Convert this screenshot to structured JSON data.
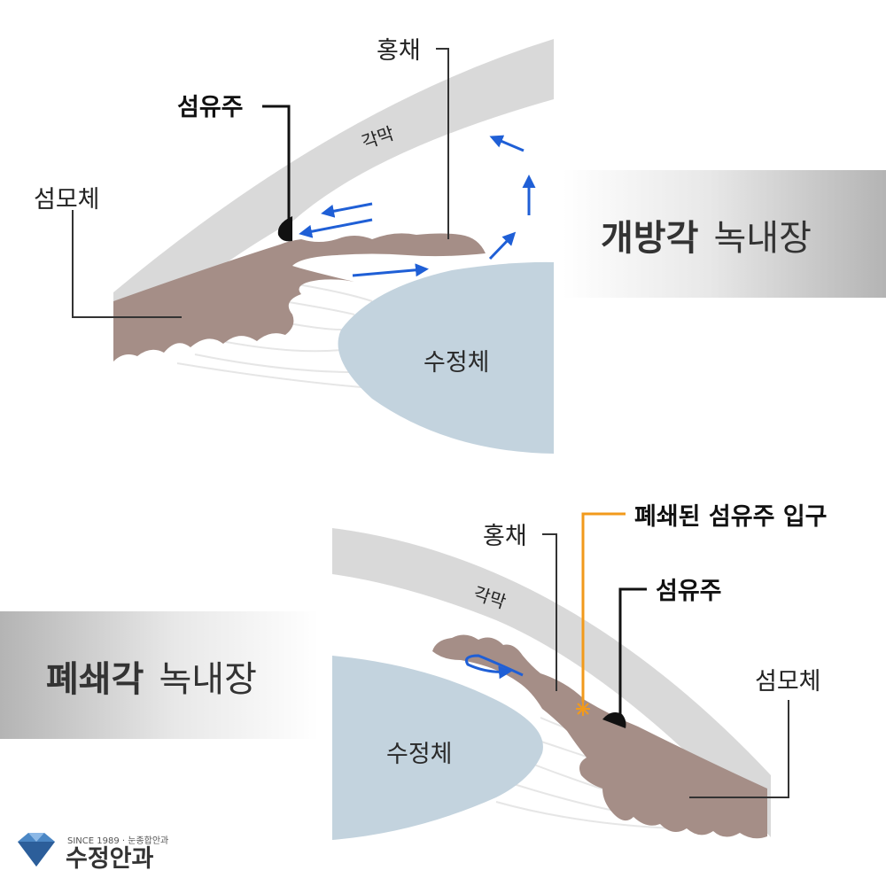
{
  "top": {
    "caption_bold": "개방각",
    "caption_normal": "녹내장",
    "label_iris": "홍채",
    "label_trabecular": "섬유주",
    "label_cornea": "각막",
    "label_ciliary": "섬모체",
    "label_lens": "수정체"
  },
  "bottom": {
    "caption_bold": "폐쇄각",
    "caption_normal": "녹내장",
    "label_iris": "홍채",
    "label_blocked": "폐쇄된 섬유주 입구",
    "label_trabecular": "섬유주",
    "label_cornea": "각막",
    "label_ciliary": "섬모체",
    "label_lens": "수정체"
  },
  "logo": {
    "tagline": "SINCE 1989 · 눈종합안과",
    "name": "수정안과"
  },
  "colors": {
    "cornea": "#d9d9d9",
    "iris": "#a58e87",
    "lens": "#c3d3de",
    "arrow": "#1f5fd6",
    "blocked": "#f29a1b",
    "trabecular": "#111111"
  }
}
